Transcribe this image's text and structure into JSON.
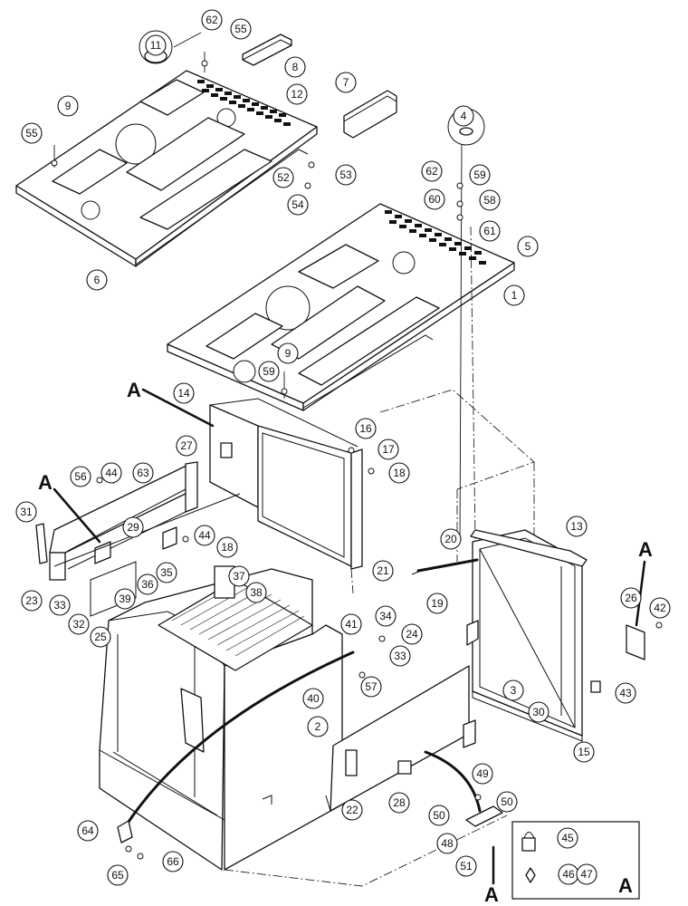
{
  "diagram": {
    "view_label": "A",
    "callouts": [
      "1",
      "2",
      "3",
      "4",
      "5",
      "6",
      "7",
      "8",
      "9",
      "11",
      "12",
      "13",
      "14",
      "15",
      "16",
      "17",
      "18",
      "19",
      "20",
      "21",
      "22",
      "23",
      "24",
      "25",
      "26",
      "27",
      "28",
      "29",
      "30",
      "31",
      "32",
      "33",
      "34",
      "35",
      "36",
      "37",
      "38",
      "39",
      "40",
      "41",
      "42",
      "43",
      "44",
      "45",
      "46",
      "47",
      "48",
      "49",
      "50",
      "51",
      "52",
      "53",
      "54",
      "55",
      "56",
      "57",
      "58",
      "59",
      "60",
      "61",
      "62",
      "63",
      "64",
      "65",
      "66"
    ],
    "callout_labels": {
      "c1": "1",
      "c2": "2",
      "c3": "3",
      "c4": "4",
      "c5": "5",
      "c6": "6",
      "c7": "7",
      "c8": "8",
      "c9a": "9",
      "c9b": "9",
      "c11": "11",
      "c12": "12",
      "c13": "13",
      "c14": "14",
      "c15": "15",
      "c16": "16",
      "c17": "17",
      "c18a": "18",
      "c18b": "18",
      "c19": "19",
      "c20": "20",
      "c21": "21",
      "c22": "22",
      "c23": "23",
      "c24": "24",
      "c25": "25",
      "c26": "26",
      "c27": "27",
      "c28": "28",
      "c29": "29",
      "c30": "30",
      "c31": "31",
      "c32": "32",
      "c33a": "33",
      "c33b": "33",
      "c34": "34",
      "c35": "35",
      "c36": "36",
      "c37": "37",
      "c38": "38",
      "c39": "39",
      "c40": "40",
      "c41": "41",
      "c42": "42",
      "c43": "43",
      "c44a": "44",
      "c44b": "44",
      "c45": "45",
      "c46": "46",
      "c47": "47",
      "c48": "48",
      "c49": "49",
      "c50a": "50",
      "c50b": "50",
      "c51": "51",
      "c52": "52",
      "c53": "53",
      "c54": "54",
      "c55a": "55",
      "c55b": "55",
      "c56": "56",
      "c57": "57",
      "c58": "58",
      "c59a": "59",
      "c59b": "59",
      "c60": "60",
      "c61": "61",
      "c62a": "62",
      "c62b": "62",
      "c63": "63",
      "c64": "64",
      "c65": "65",
      "c66": "66"
    },
    "detail_marks": {
      "m1": "A",
      "m2": "A",
      "m3": "A",
      "m4": "A",
      "detail_box": "A"
    }
  }
}
